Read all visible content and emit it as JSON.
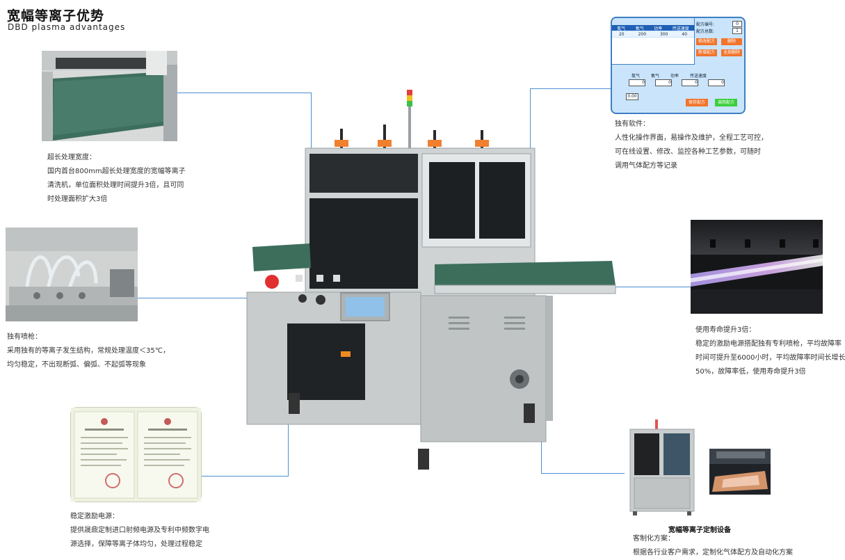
{
  "header": {
    "title_cn": "宽幅等离子优势",
    "title_en": "DBD plasma advantages"
  },
  "features": [
    {
      "title": "超长处理宽度：",
      "lines": [
        "国内首台800mm超长处理宽度的宽幅等离子",
        "清洗机，单位面积处理时间提升3倍，且可同",
        "时处理面积扩大3倍"
      ]
    },
    {
      "title": "独有喷枪：",
      "lines": [
        "采用独有的等离子发生结构，常规处理温度＜35℃，",
        "均匀稳定，不出现断弧、偏弧、不起弧等现象"
      ]
    },
    {
      "title": "稳定激励电源：",
      "lines": [
        "提供晟鼎定制进口射频电源及专利中频数字电",
        "源选择，保障等离子体均匀，处理过程稳定"
      ]
    },
    {
      "title": "独有软件：",
      "lines": [
        "人性化操作界面，易操作及维护，全程工艺可控，",
        "可在线设置、修改、监控各种工艺参数，可随时",
        "调用气体配方等记录"
      ]
    },
    {
      "title": "使用寿命提升3倍：",
      "lines": [
        "稳定的激励电源搭配独有专利喷枪，平均故障率",
        "时间可提升至6000小时，平均故障率时间长增长",
        "50%，故障率低，使用寿命提升3倍"
      ]
    },
    {
      "title": "客制化方案：",
      "lines": [
        "根据各行业客户需求，定制化气体配方及自动化方案"
      ]
    }
  ],
  "custom_caption": "宽幅等离子定制设备",
  "hmi": {
    "labels": {
      "recipe_no": "配方编号:",
      "recipe_total": "配方总数:",
      "modify": "修改配方",
      "delete": "删除",
      "add": "新增配方",
      "delete_all": "全部删除",
      "save": "保存配方",
      "call": "调用配方",
      "col_n2": "氮气",
      "col_o2": "氧气",
      "col_power": "功率",
      "col_speed": "传送速度"
    },
    "values": {
      "recipe_no": "0",
      "recipe_total": "1",
      "row": [
        "20",
        "200",
        "300",
        "40"
      ],
      "inputs": [
        "0",
        "0",
        "0",
        "0"
      ],
      "time": "0.00"
    }
  },
  "colors": {
    "line": "#4a8fd1",
    "hmi_bg": "#c9e4fb",
    "hmi_btn_orange": "#f2742b",
    "hmi_btn_green": "#3ccf3c"
  }
}
